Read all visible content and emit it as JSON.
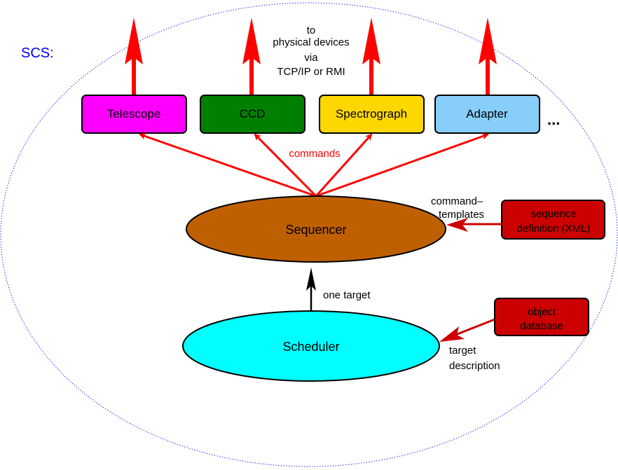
{
  "diagram": {
    "system_label": "SCS:",
    "external_note": [
      "to",
      "physical devices",
      "via",
      "TCP/IP or RMI"
    ],
    "devices": [
      {
        "label": "Telescope",
        "color": "#ff00ff"
      },
      {
        "label": "CCD",
        "color": "#008000"
      },
      {
        "label": "Spectrograph",
        "color": "#ffd700"
      },
      {
        "label": "Adapter",
        "color": "#87cefa"
      }
    ],
    "more_devices": "...",
    "commands_label": "commands",
    "sequencer": {
      "label": "Sequencer",
      "color": "#bf6000"
    },
    "scheduler": {
      "label": "Scheduler",
      "color": "#00ffff"
    },
    "sequence_definition": {
      "lines": [
        "sequence",
        "definition (XML)"
      ],
      "color": "#cc0000"
    },
    "object_database": {
      "lines": [
        "object",
        "database"
      ],
      "color": "#cc0000"
    },
    "command_templates_label": [
      "command–",
      "templates"
    ],
    "one_target_label": "one target",
    "target_description_label": [
      "target",
      "description"
    ],
    "colors": {
      "outer_boundary": "#0000ff",
      "command_arrows": "#ff0000",
      "input_arrows": "#cc0000",
      "target_arrow": "#000000"
    }
  }
}
